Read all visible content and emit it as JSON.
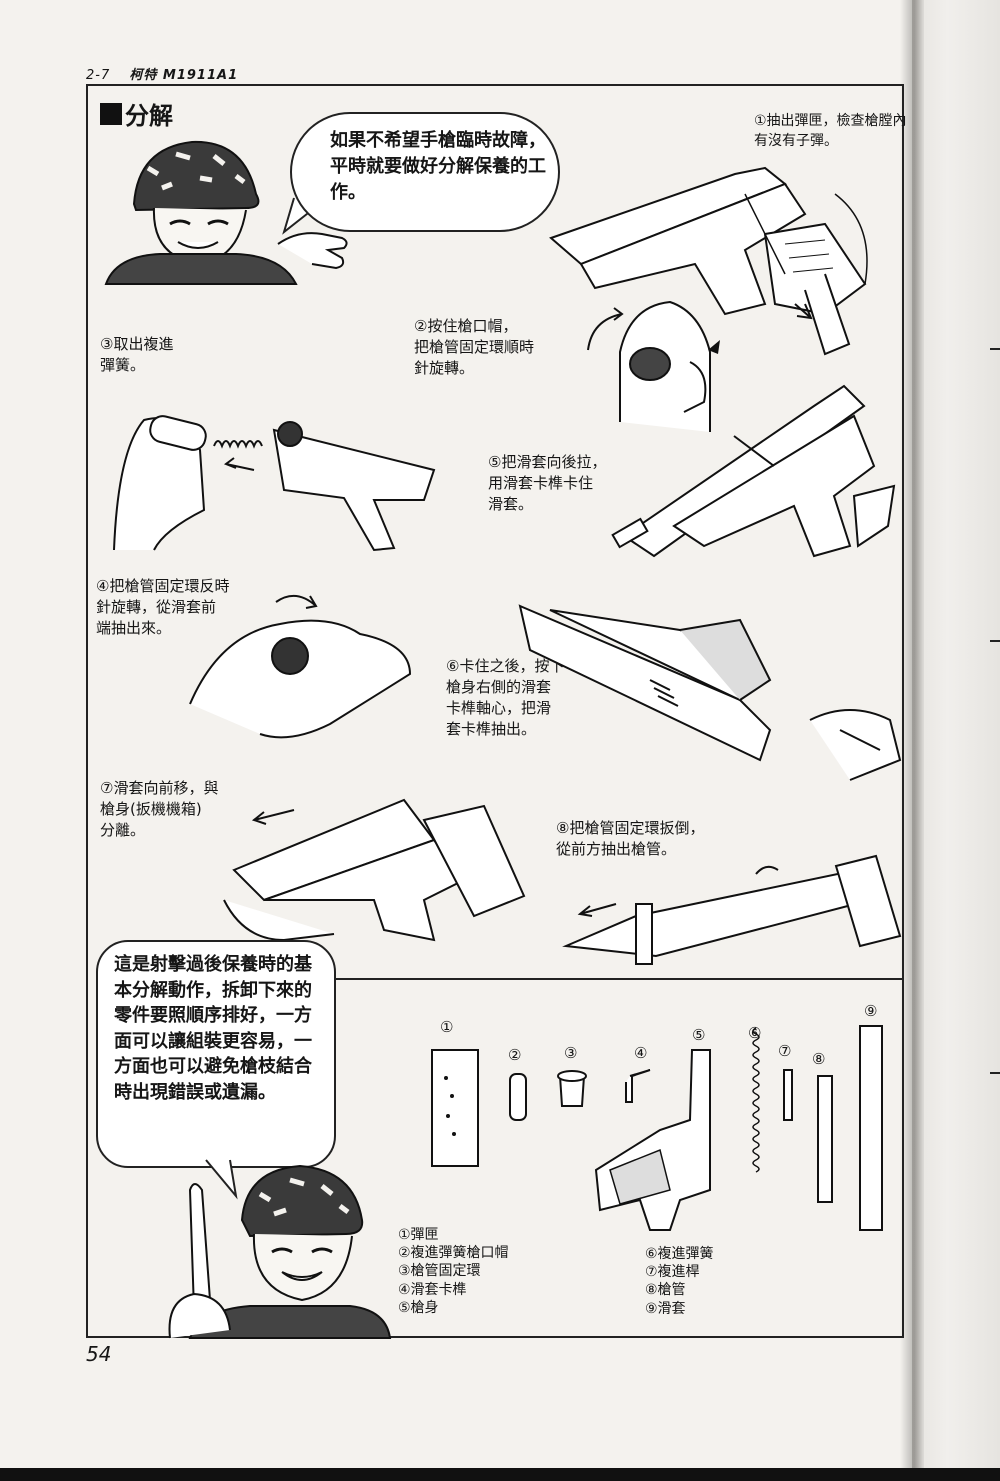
{
  "running_head": {
    "chapter": "2-7",
    "title": "柯特 M1911A1"
  },
  "section_title": "分解",
  "speech_top": "如果不希望手槍臨時故障，平時就要做好分解保養的工作。",
  "speech_bottom": "這是射擊過後保養時的基本分解動作，拆卸下來的零件要照順序排好，一方面可以讓組裝更容易，一方面也可以避免槍枝結合時出現錯誤或遺漏。",
  "steps": [
    "①抽出彈匣，檢查槍膛內有沒有子彈。",
    "②按住槍口帽，\n把槍管固定環順時\n針旋轉。",
    "③取出複進\n彈簧。",
    "④把槍管固定環反時\n針旋轉，從滑套前\n端抽出來。",
    "⑤把滑套向後拉，\n用滑套卡榫卡住\n滑套。",
    "⑥卡住之後，按下\n槍身右側的滑套\n卡榫軸心，把滑\n套卡榫抽出。",
    "⑦滑套向前移，與\n槍身(扳機機箱)\n分離。",
    "⑧把槍管固定環扳倒，\n從前方抽出槍管。"
  ],
  "part_numbers": [
    "①",
    "②",
    "③",
    "④",
    "⑤",
    "⑥",
    "⑦",
    "⑧",
    "⑨"
  ],
  "legend_left": [
    "①彈匣",
    "②複進彈簧槍口帽",
    "③槍管固定環",
    "④滑套卡榫",
    "⑤槍身"
  ],
  "legend_right": [
    "⑥複進彈簧",
    "⑦複進桿",
    "⑧槍管",
    "⑨滑套"
  ],
  "page_number": "54",
  "icons": [
    "soldier-illustration",
    "pistol-illustration",
    "hand-illustration",
    "arrow-icon",
    "spring-illustration"
  ]
}
